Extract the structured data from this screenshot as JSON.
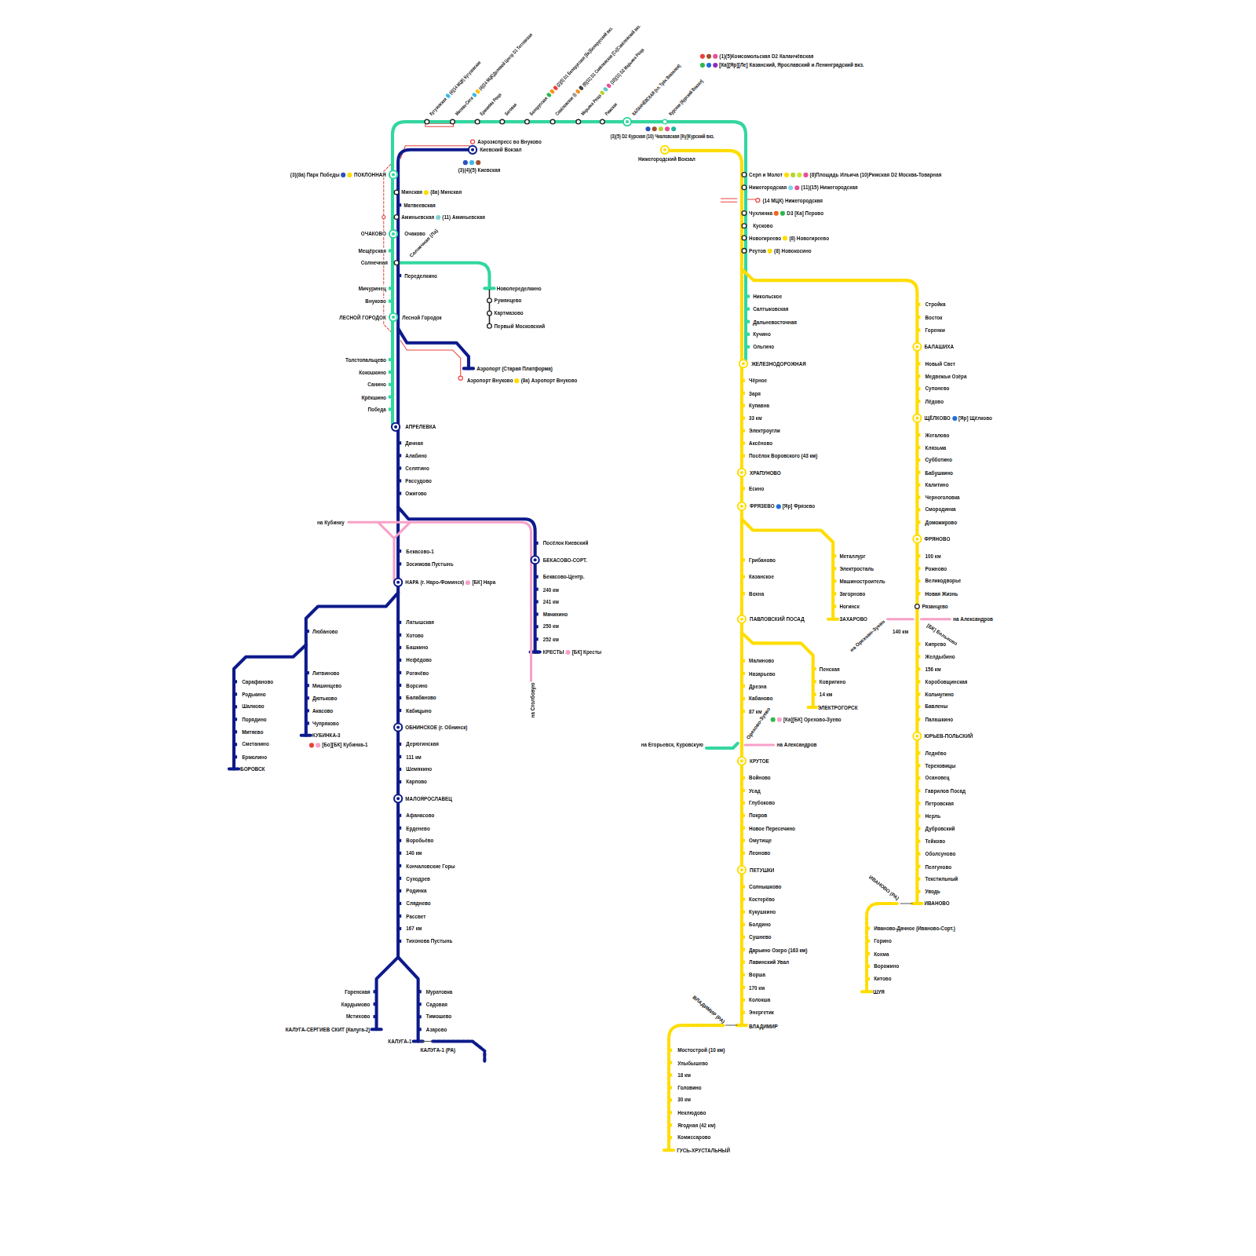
{
  "diagram": {
    "labels": [
      "Кутузовская",
      "(4)(14 МЦК) Кутузовская",
      "Москва-Сити",
      "(4)(14 МЦК)Деловой Центр D1 Тестовская",
      "Ермакова Роща",
      "Беговая",
      "Белорусская",
      "(2)(5) D1 Белорусская [Бе]Белорусский вкз.",
      "Савёловская",
      "(9)(11) D1 Савёловская [Са]Савёловский вкз.",
      "Марьина Роща",
      "(10)(11) D2 Марьина Роща",
      "Рижская",
      "КАЛАНЧЁВСКАЯ (пл. Трёх Вокзалов)",
      "Курская (Курский Вокзал)",
      "(1)(5)Комсомольская D2 Каланчёвская",
      "[Ка][Яр][Ле] Казанский, Ярославский и Ленинградский вкз.",
      "(3)(5) D2 Курская (10) Чкаловская [Ку]Курский вкз.",
      "Аэроэкспресс во Внуково",
      "Киевский Вокзал",
      "(3)(4)(5) Киевская",
      "(3)(8а) Парк Победы",
      "ПОКЛОННАЯ",
      "Минская",
      "(8а) Минская",
      "Матвеевская",
      "Аминьевская",
      "(11) Аминьевская",
      "ОЧАКОВО",
      "Очаково",
      "Мещёрская",
      "Солнечная",
      "Солнечная (Ла)",
      "Переделкино",
      "Новопеределкино",
      "Румянцево",
      "Картмазово",
      "Первый Московский",
      "Мичуринец",
      "Внуково",
      "ЛЕСНОЙ ГОРОДОК",
      "Лесной Городок",
      "Аэропорт (Старая Платформа)",
      "Аэропорт Внуково",
      "(8а) Аэропорт Внуково",
      "Толстопальцево",
      "Кокошкино",
      "Санино",
      "Крёкшино",
      "Победа",
      "АПРЕЛЕВКА",
      "Дачная",
      "Алабино",
      "Селятино",
      "Рассудово",
      "Ожигово",
      "на Кубинку",
      "Бекасово-1",
      "Зосимова Пустынь",
      "НАРА (г. Наро-Фоминск)",
      "[БК] Нара",
      "Посёлок Киевский",
      "БЕКАСОВО-СОРТ.",
      "Бекасово-Центр.",
      "240 км",
      "241 км",
      "Мачихино",
      "250 км",
      "252 км",
      "КРЕСТЫ",
      "[БК] Кресты",
      "на Столбовую",
      "Латышская",
      "Хотово",
      "Башкино",
      "Нефёдово",
      "Рогачёво",
      "Ворсино",
      "Балабаново",
      "Кабицыно",
      "ОБНИНСКОЕ (г. Обнинск)",
      "Дерюгинская",
      "111 км",
      "Шемякино",
      "Карпово",
      "МАЛОЯРОСЛАВЕЦ",
      "Афанасово",
      "Ерденево",
      "Воробьёво",
      "140 км",
      "Кончаловские Горы",
      "Суходрев",
      "Родинка",
      "Сляднево",
      "Рассвет",
      "167 км",
      "Тихонова Пустынь",
      "Горенская",
      "Кардымово",
      "Мстихово",
      "КАЛУГА-СЕРГИЕВ СКИТ (Калуга-2)",
      "Муратовка",
      "Садовая",
      "Тимошево",
      "Азарово",
      "КАЛУГА-1",
      "КАЛУГА-1 (РА)",
      "Любаново",
      "Литвиново",
      "Мишинцево",
      "Дютьково",
      "Акасово",
      "Чупряково",
      "КУБИНКА-3",
      "[Бо][БК] Кубинка-1",
      "Сарафаново",
      "Родькино",
      "Шалково",
      "Порядино",
      "Митяево",
      "Сметанино",
      "Ермолино",
      "БОРОВСК",
      "Нижегородский Вокзал",
      "Серп и Молот",
      "(8)Площадь Ильича (10)Римская D2 Москва-Товарная",
      "Нижегородская",
      "(11)(15) Нижегородская",
      "(14 МЦК) Нижегородская",
      "Чухлинка",
      "D3 [Ка] Перово",
      "Кусково",
      "Новогиреево",
      "(8) Новогиреево",
      "Реутов",
      "(8) Новокосино",
      "Никольское",
      "Салтыковская",
      "Дальневосточная",
      "Кучино",
      "Ольгино",
      "ЖЕЛЕЗНОДОРОЖНАЯ",
      "Чёрное",
      "Заря",
      "Купавна",
      "33 км",
      "Электроугли",
      "Аксёново",
      "Посёлок Воровского (43 км)",
      "ХРАПУНОВО",
      "Есино",
      "ФРЯЗЕВО",
      "[Яр] Фрязево",
      "Грибаново",
      "Казанское",
      "Вохна",
      "ПАВЛОВСКИЙ ПОСАД",
      "Малиново",
      "Назарьево",
      "Дрезна",
      "Кабаново",
      "87 км",
      "Орехово-Зуево",
      "[Ка][БК] Орехово-Зуево",
      "на Егорьевск, Куровскую",
      "на Александров",
      "КРУТОЕ",
      "Войново",
      "Усад",
      "Глубоково",
      "Покров",
      "Новое Пересечино",
      "Омутище",
      "Леоново",
      "ПЕТУШКИ",
      "Солнышково",
      "Костерёво",
      "Кукушкино",
      "Болдино",
      "Сушнево",
      "Дарьино Озеро (163 км)",
      "Лавинский Увал",
      "Ворша",
      "170 км",
      "Колокша",
      "Энергетик",
      "ВЛАДИМИР",
      "ВЛАДИМИР (РА)",
      "Мостострой (10 км)",
      "Улыбышево",
      "18 км",
      "Головино",
      "30 км",
      "Неклюдово",
      "Ягодная (42 км)",
      "Комиссарово",
      "ГУСЬ-ХРУСТАЛЬНЫЙ",
      "Металлург",
      "Электросталь",
      "Машиностроитель",
      "Загорново",
      "Ногинск",
      "ЗАХАРОВО",
      "Пенская",
      "Ковригино",
      "14 км",
      "ЭЛЕКТРОГОРСК",
      "Стройка",
      "Восток",
      "Горенки",
      "БАЛАШИХА",
      "Новый Свет",
      "Медвежьи Озёра",
      "Супонево",
      "Лёдово",
      "ЩЁЛКОВО",
      "[Яр] Щёлково",
      "Жегалово",
      "Клязьма",
      "Субботино",
      "Бабушкино",
      "Калитино",
      "Черноголовка",
      "Смородинка",
      "Доможирово",
      "ФРЯНОВО",
      "100 км",
      "Рожново",
      "Великодворье",
      "Новая Жизнь",
      "Рязанцево",
      "140 км",
      "на Орехово-Зуево",
      "[БК] Бельково",
      "на Александров",
      "Кипрево",
      "Желдыбино",
      "156 км",
      "Коробовщинская",
      "Кольчугино",
      "Бавлены",
      "Палашкино",
      "ЮРЬЕВ-ПОЛЬСКИЙ",
      "Леднёво",
      "Тереховицы",
      "Осановец",
      "Гаврилов Посад",
      "Петровская",
      "Нерль",
      "Дубровский",
      "Тейково",
      "Оболсуново",
      "Пелгуново",
      "Текстильный",
      "Уводь",
      "ИВАНОВО",
      "ИВАНОВО (РА)",
      "Иваново-Дачное (Иваново-Сорт.)",
      "Горино",
      "Кохма",
      "Ворожино",
      "Китово",
      "ШУЯ"
    ]
  }
}
